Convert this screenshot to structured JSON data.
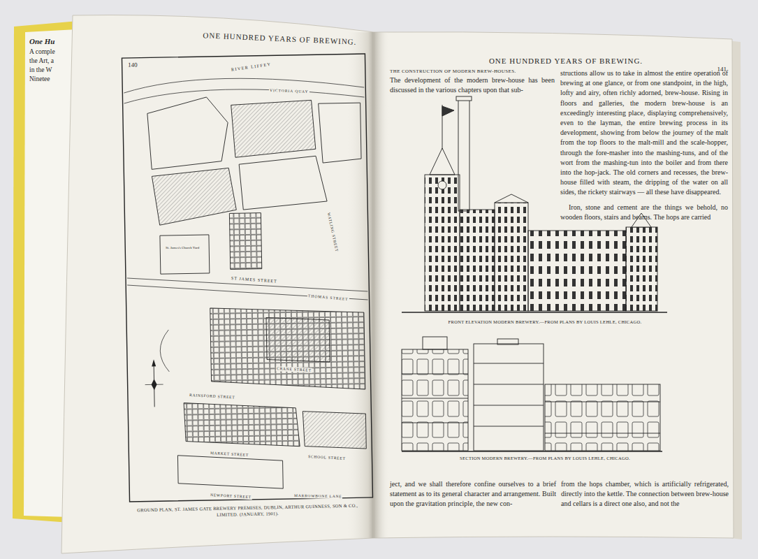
{
  "diagram": {
    "labels": [
      "ONE HUNDRED YEARS OF BREWING.",
      "140",
      "ONE HUNDRED YEARS OF BREWING.",
      "141",
      "THE CONSTRUCTION OF MODERN BREW-HOUSES.",
      "The development of the modern brew-house has been discussed in the various chapters upon that sub-",
      "structions allow us to take in almost the entire operation of brewing at one glance, or from one standpoint, in the high, lofty and airy, often richly adorned, brew-house. Rising in floors and galleries, the modern brew-house is an exceedingly interesting place, displaying comprehensively, even to the layman, the entire brewing process in its development, showing from below the journey of the malt from the top floors to the malt-mill and the scale-hopper, through the fore-masher into the mashing-tuns, and of the wort from the mashing-tun into the boiler and from there into the hop-jack. The old corners and recesses, the brew-house filled with steam, the dripping of the water on all sides, the rickety stairways — all these have disappeared.",
      "Iron, stone and cement are the things we behold, no wooden floors, stairs and beams. The hops are carried",
      "FRONT ELEVATION MODERN BREWERY.—FROM PLANS BY LOUIS LEHLE, CHICAGO.",
      "SECTION MODERN BREWERY.—FROM PLANS BY LOUIS LEHLE, CHICAGO.",
      "ject, and we shall therefore confine ourselves to a brief statement as to its general character and arrangement. Built upon the gravitation principle, the new con-",
      "from the hops chamber, which is artificially refrigerated, directly into the kettle. The connection between brew-house and cellars is a direct one also, and not the",
      "GROUND PLAN, ST. JAMES GATE BREWERY PREMISES, DUBLIN, ARTHUR GUINNESS, SON & CO., LIMITED. (JANUARY, 1901).",
      "RIVER LIFFEY",
      "VICTORIA QUAY",
      "ST JAMES STREET",
      "THOMAS STREET",
      "St. James's Church Yard",
      "CRANE STREET",
      "RAINSFORD STREET",
      "MARKET STREET",
      "SCHOOL STREET",
      "NEWPORT STREET",
      "MARROWBONE LANE",
      "WATLING STREET",
      "One Hu",
      "A comple",
      "the Art, a",
      "in the W",
      "Ninetee"
    ]
  }
}
